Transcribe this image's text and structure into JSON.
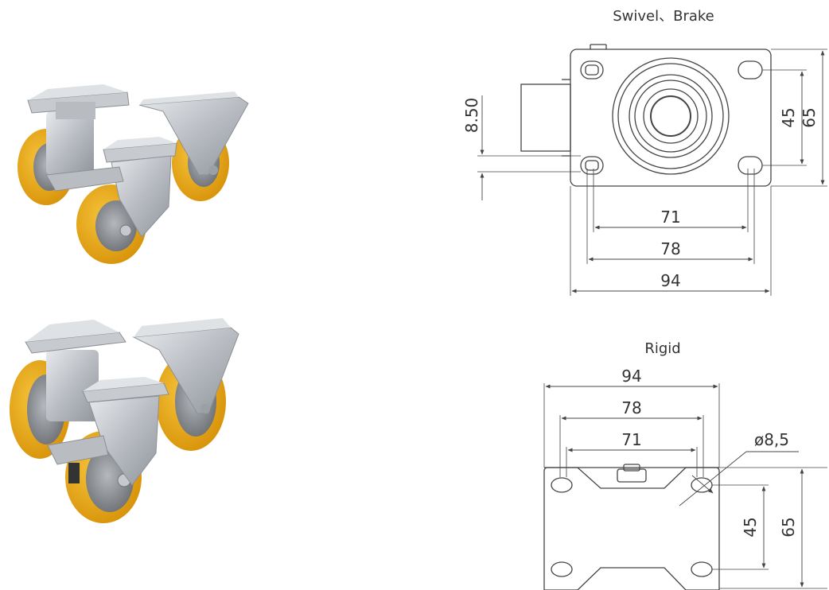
{
  "swivel": {
    "title": "Swivel、Brake",
    "dim_width_inner": "71",
    "dim_width_mid": "78",
    "dim_width_outer": "94",
    "dim_height_inner": "45",
    "dim_height_outer": "65",
    "dim_offset": "8.50"
  },
  "rigid": {
    "title": "Rigid",
    "dim_width_outer": "94",
    "dim_width_mid": "78",
    "dim_width_inner": "71",
    "dim_hole": "ø8,5",
    "dim_height_inner": "45",
    "dim_height_outer": "65"
  },
  "colors": {
    "wheel_yellow": "#f0b418",
    "wheel_yellow_dark": "#d08c08",
    "hub_gray": "#8a8a8a",
    "steel": "#c9ccd0",
    "steel_dark": "#8c9096",
    "line": "#444444"
  }
}
